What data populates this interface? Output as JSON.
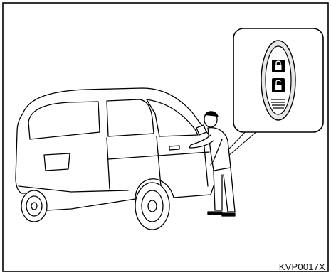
{
  "figure": {
    "code": "KVP0017X",
    "icons": {
      "vehicle": "minivan-illustration",
      "person": "person-at-door-illustration",
      "key_fob": "intelligent-key-fob-icon",
      "lock_button": "lock-button-icon",
      "unlock_button": "unlock-button-icon"
    },
    "colors": {
      "line": "#000000",
      "background": "#ffffff",
      "fob_fill": "#e6e6e6"
    }
  }
}
